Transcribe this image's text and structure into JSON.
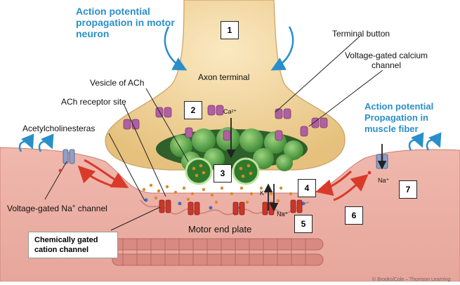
{
  "labels": {
    "ap_neuron": "Action potential propagation in motor neuron",
    "terminal_button": "Terminal button",
    "vg_calcium": "Voltage-gated calcium channel",
    "axon_terminal": "Axon terminal",
    "vesicle": "Vesicle of ACh",
    "ach_receptor": "ACh receptor site",
    "ache": "Acetylcholinesteras",
    "ap_muscle": "Action potential Propagation in muscle fiber",
    "vg_na": "Voltage-gated Na",
    "vg_na_sup": "+",
    "vg_na_suffix": " channel",
    "chem_gated": "Chemically gated cation channel",
    "motor_end_plate": "Motor end plate",
    "ca2": "Ca²⁺",
    "na_plus": "Na⁺",
    "k_plus": "K⁺",
    "credit": "© Brooks/Cole – Thomson Learning"
  },
  "steps": [
    "1",
    "2",
    "3",
    "4",
    "5",
    "6",
    "7"
  ],
  "colors": {
    "axon": "#f3d8a0",
    "muscle": "#e8a9a0",
    "muscle_dark": "#d98a80",
    "vesicle": "#5aa04a",
    "ach": "#d98a2a",
    "channel": "#b05fa0",
    "receptor": "#c8382a",
    "arrow_red": "#d93a2a",
    "arrow_blue": "#2a8fc9"
  }
}
